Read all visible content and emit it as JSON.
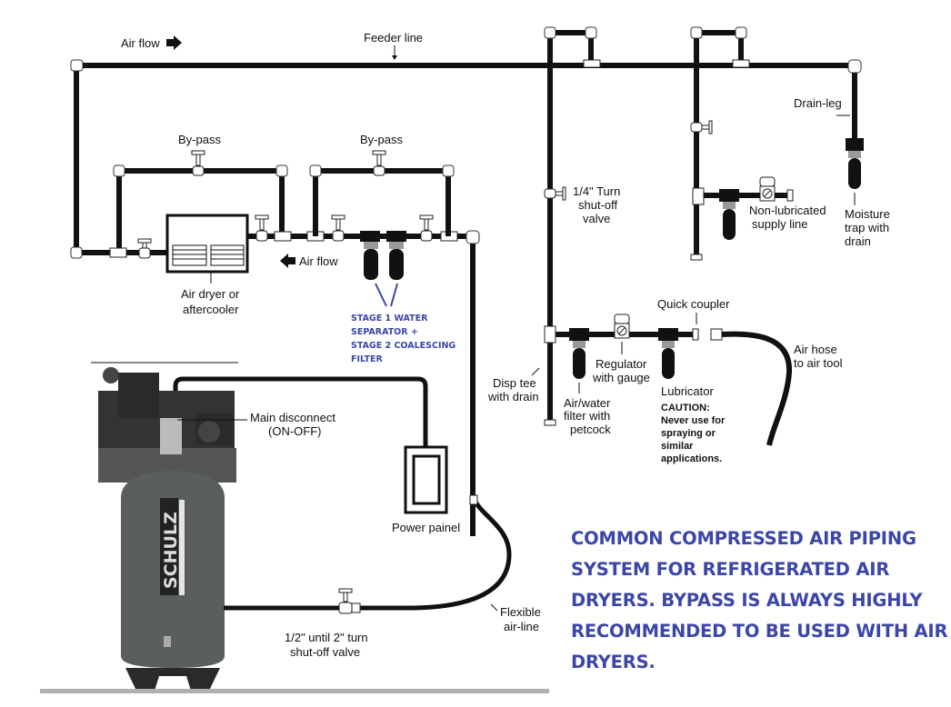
{
  "labels": {
    "air_flow_top": "Air flow",
    "feeder_line": "Feeder line",
    "bypass_1": "By-pass",
    "bypass_2": "By-pass",
    "air_dryer": [
      "Air dryer or",
      "aftercooler"
    ],
    "air_flow_mid": "Air flow",
    "filters_stage": [
      "STAGE 1 WATER",
      "SEPARATOR +",
      "STAGE 2 COALESCING",
      "FILTER"
    ],
    "quarter_turn_valve": [
      "1/4\" Turn",
      "shut-off",
      "valve"
    ],
    "non_lubricated": [
      "Non-lubricated",
      "supply line"
    ],
    "drain_leg": "Drain-leg",
    "moisture_trap": [
      "Moisture",
      "trap with",
      "drain"
    ],
    "quick_coupler": "Quick coupler",
    "air_hose": [
      "Air hose",
      "to air tool"
    ],
    "disp_tee": [
      "Disp tee",
      "with drain"
    ],
    "air_water_filter": [
      "Air/water",
      "filter with",
      "petcock"
    ],
    "regulator": [
      "Regulator",
      "with gauge"
    ],
    "lubricator": "Lubricator",
    "caution": [
      "CAUTION:",
      "Never use for",
      "spraying or",
      "similar",
      "applications."
    ],
    "main_disconnect": [
      "Main disconnect",
      "(ON-OFF)"
    ],
    "power_panel": "Power painel",
    "flexible_airline": [
      "Flexible",
      "air-line"
    ],
    "shutoff_valve_main": [
      "1/2\" until 2\" turn",
      "shut-off valve"
    ],
    "compressor_brand": "SCHULZ"
  },
  "title_text": "COMMON COMPRESSED AIR PIPING SYSTEM FOR REFRIGERATED AIR DRYERS. BYPASS IS ALWAYS HIGHLY RECOMMENDED TO BE USED WITH AIR DRYERS.",
  "colors": {
    "accent_blue": "#3b46a8",
    "pipe": "#111111",
    "tank": "#5a5f5e",
    "floor": "#b0b0b0"
  }
}
